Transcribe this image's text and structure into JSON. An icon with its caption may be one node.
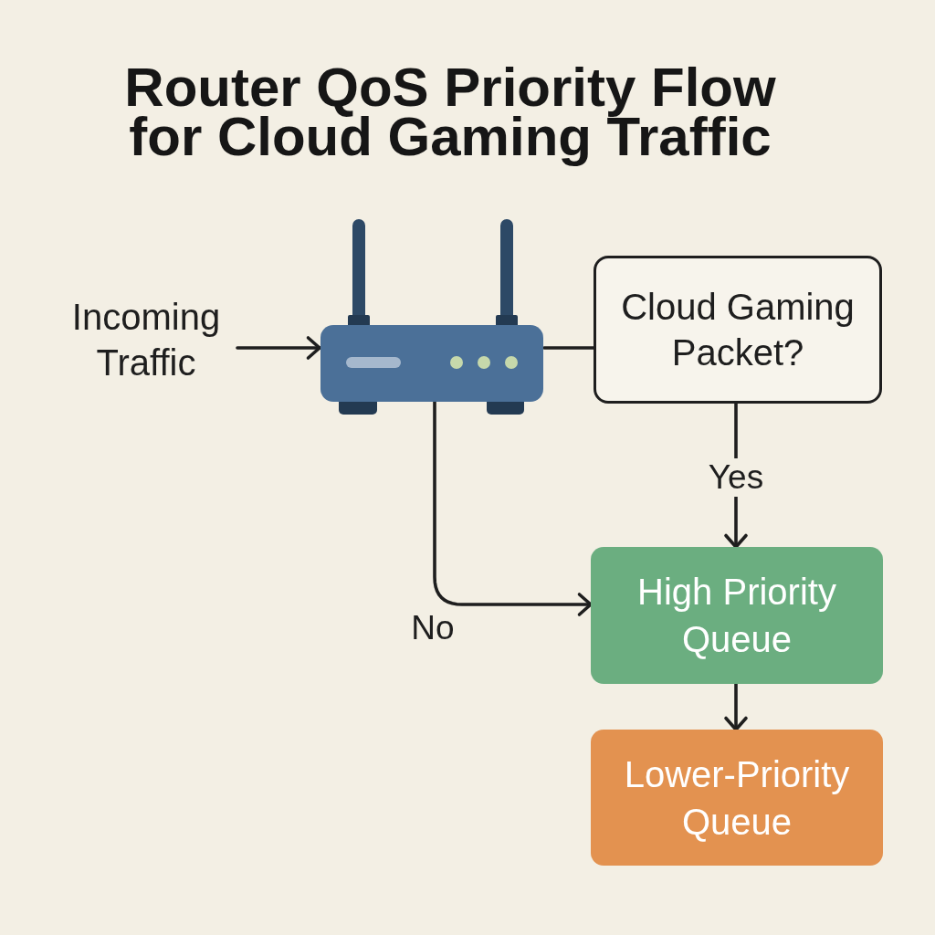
{
  "diagram": {
    "title": "Router QoS Priority Flow for Cloud Gaming Traffic",
    "nodes": [
      {
        "text": [
          "Incoming Traffic"
        ]
      },
      {
        "text": [],
        "shape": "picture"
      },
      {
        "text": [
          "Cloud Gaming Packet?"
        ]
      },
      {
        "text": [
          "High Priority Queue"
        ]
      },
      {
        "text": [
          "Lower-Priority Queue"
        ]
      }
    ],
    "edges": [
      {
        "from": 0,
        "to": 1,
        "arrow": "to"
      },
      {
        "from": 1,
        "to": 2,
        "arrow": "none"
      },
      {
        "from": 2,
        "to": 3,
        "label": "Yes",
        "arrow": "to"
      },
      {
        "from": 1,
        "to": 3,
        "label": "No",
        "arrow": "to"
      },
      {
        "from": 3,
        "to": 4,
        "arrow": "to"
      }
    ]
  }
}
